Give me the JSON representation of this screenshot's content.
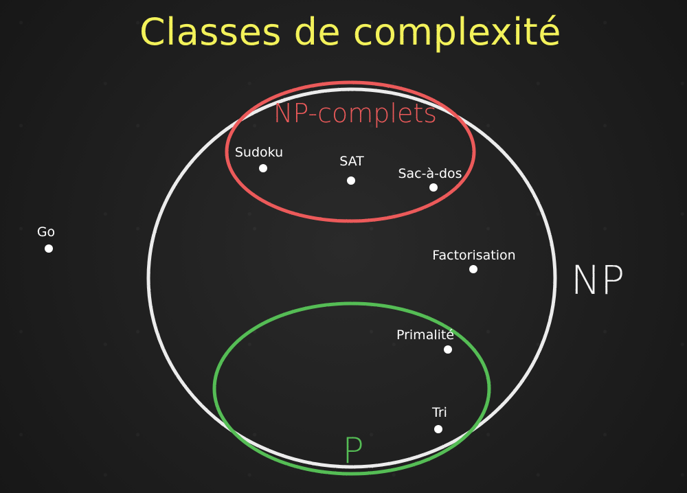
{
  "title": "Classes de complexité",
  "colors": {
    "board": "#202020",
    "title": "#f3f25a",
    "np": "#ececec",
    "np_complete": "#ec5a5a",
    "p": "#55bd55",
    "text": "#ffffff"
  },
  "sets": {
    "np": "NP",
    "np_complete": "NP-complets",
    "p": "P"
  },
  "problems": [
    "Go",
    "Sudoku",
    "SAT",
    "Sac-à-dos",
    "Factorisation",
    "Primalité",
    "Tri"
  ]
}
